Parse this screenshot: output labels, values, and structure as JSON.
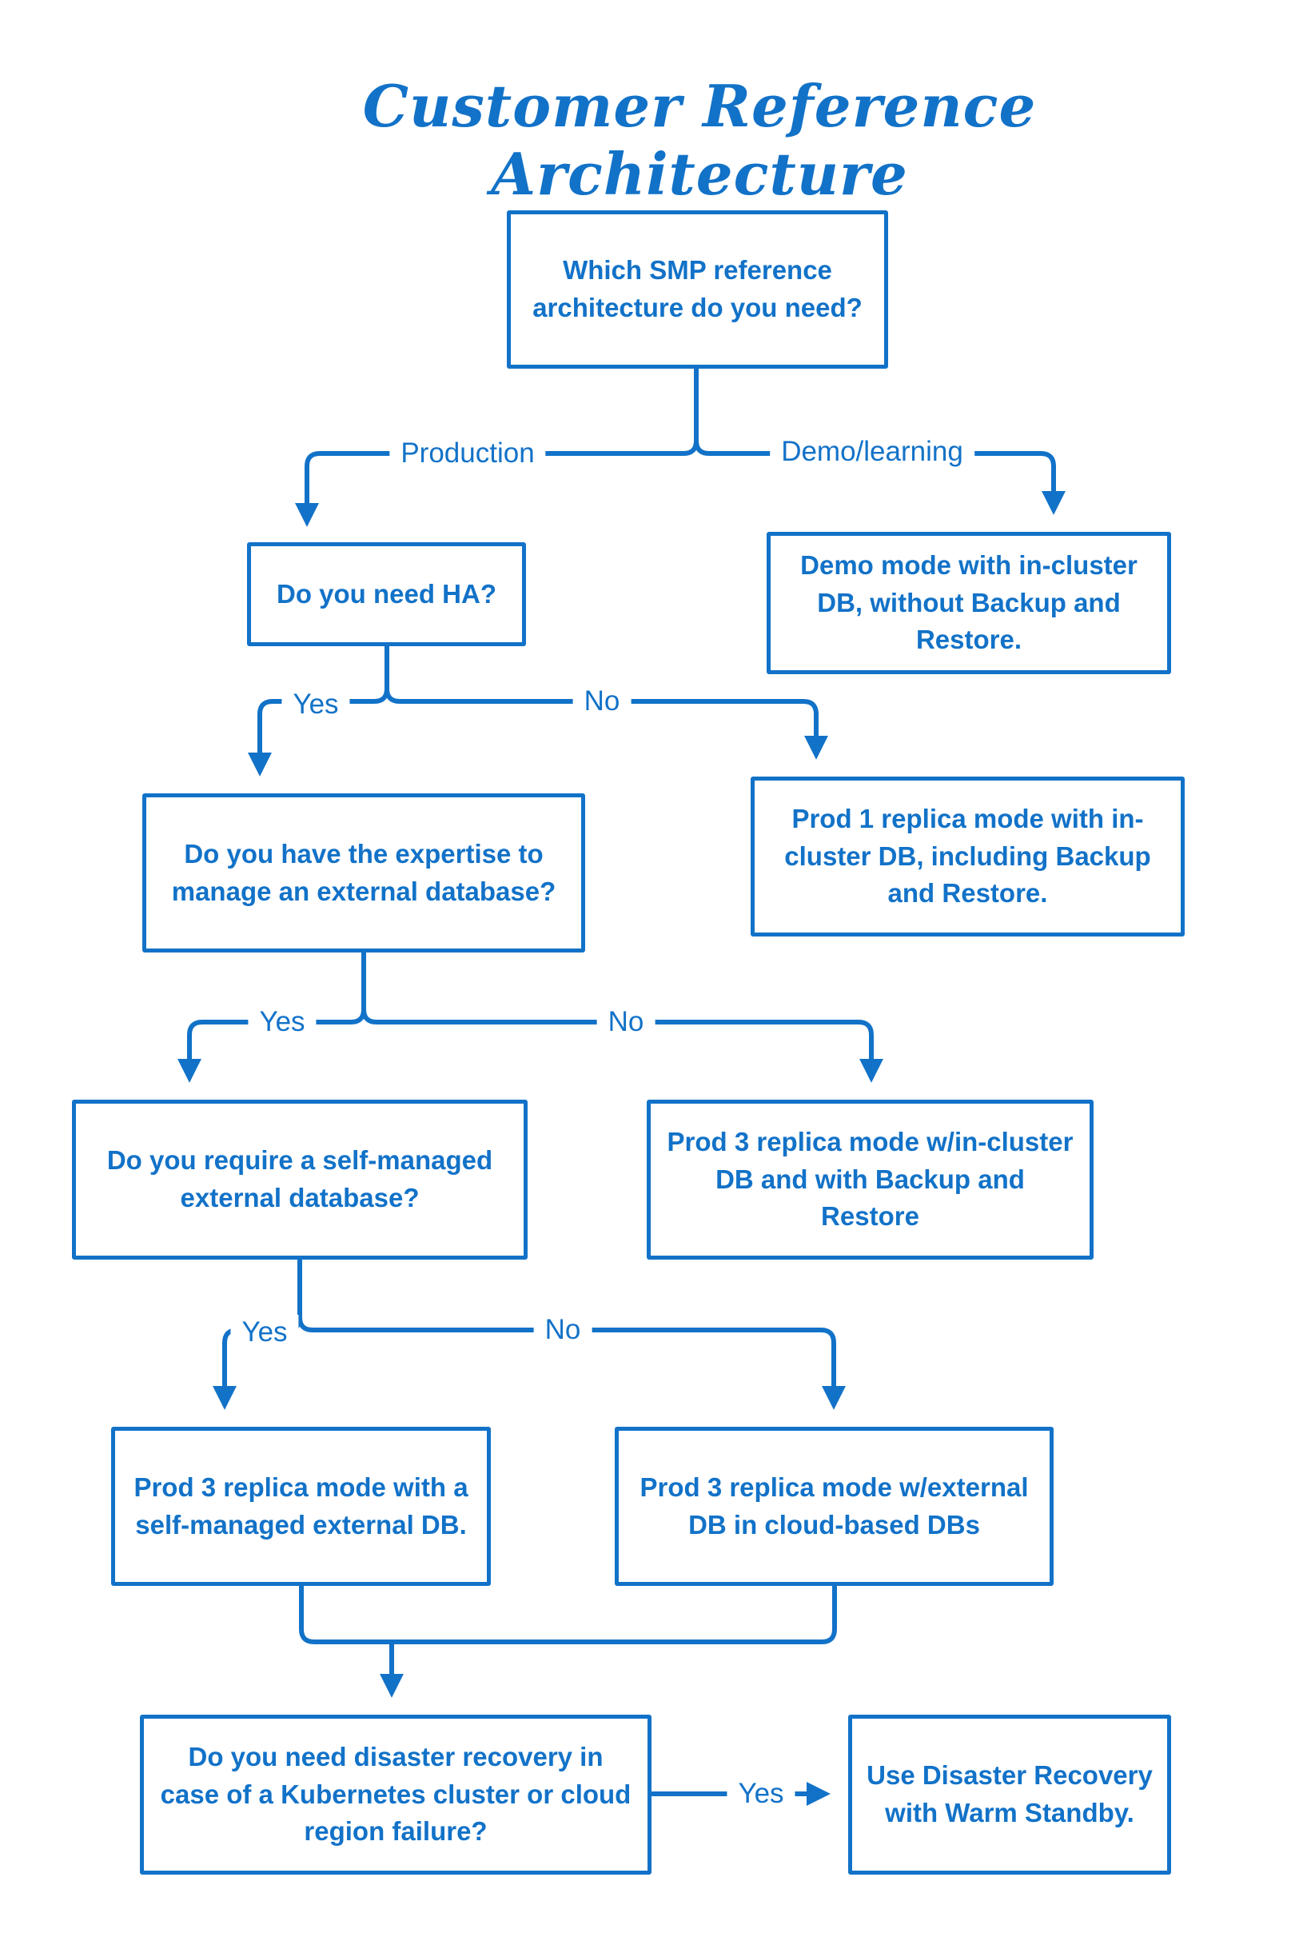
{
  "title": "Customer Reference Architecture",
  "nodes": {
    "root": {
      "label": "Which SMP reference architecture do you need?"
    },
    "ha": {
      "label": "Do you need HA?"
    },
    "demo": {
      "label": "Demo mode with in-cluster DB, without Backup and Restore."
    },
    "expertise": {
      "label": "Do you have the expertise to manage an external database?"
    },
    "prod1": {
      "label": "Prod 1 replica mode with in-cluster DB, including Backup and Restore."
    },
    "self_managed_q": {
      "label": "Do you require a self-managed external database?"
    },
    "prod3_incluster": {
      "label": "Prod 3 replica mode w/in-cluster DB and with Backup and Restore"
    },
    "prod3_selfmanaged": {
      "label": "Prod 3 replica mode with a self-managed external DB."
    },
    "prod3_cloud": {
      "label": "Prod 3 replica mode w/external DB in cloud-based DBs"
    },
    "dr_q": {
      "label": "Do you need disaster recovery in case of a Kubernetes cluster or cloud region failure?"
    },
    "dr": {
      "label": "Use Disaster Recovery with Warm Standby."
    }
  },
  "edge_labels": {
    "production": "Production",
    "demo_learning": "Demo/learning",
    "ha_yes": "Yes",
    "ha_no": "No",
    "expertise_yes": "Yes",
    "expertise_no": "No",
    "self_managed_yes": "Yes",
    "self_managed_no": "No",
    "dr_yes": "Yes"
  },
  "colors": {
    "accent": "#1272c8",
    "background": "#ffffff"
  }
}
